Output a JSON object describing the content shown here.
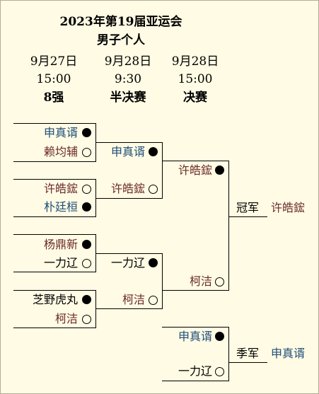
{
  "header": {
    "title": "2023年第19届亚运会",
    "subtitle": "男子个人",
    "rounds": [
      {
        "date": "9月27日",
        "time": "15:00",
        "name": "8强"
      },
      {
        "date": "9月28日",
        "time": "9:30",
        "name": "半决赛"
      },
      {
        "date": "9月28日",
        "time": "15:00",
        "name": "决赛"
      }
    ]
  },
  "r8": [
    {
      "name": "申真谞",
      "result": "win"
    },
    {
      "name": "赖均辅",
      "result": "lose"
    },
    {
      "name": "许皓鋐",
      "result": "lose"
    },
    {
      "name": "朴廷桓",
      "result": "win"
    },
    {
      "name": "杨鼎新",
      "result": "win"
    },
    {
      "name": "一力辽",
      "result": "lose"
    },
    {
      "name": "芝野虎丸",
      "result": "win"
    },
    {
      "name": "柯洁",
      "result": "lose"
    }
  ],
  "semi": [
    {
      "name": "申真谞",
      "result": "win"
    },
    {
      "name": "许皓鋐",
      "result": "lose"
    },
    {
      "name": "一力辽",
      "result": "win"
    },
    {
      "name": "柯洁",
      "result": "lose"
    }
  ],
  "final": [
    {
      "name": "许皓鋐",
      "result": "win"
    },
    {
      "name": "柯洁",
      "result": "lose"
    }
  ],
  "champion": {
    "label": "冠军",
    "name": "许皓鋐"
  },
  "bronze": [
    {
      "name": "申真谞",
      "result": "win"
    },
    {
      "name": "一力辽",
      "result": "lose"
    }
  ],
  "third": {
    "label": "季军",
    "name": "申真谞"
  }
}
